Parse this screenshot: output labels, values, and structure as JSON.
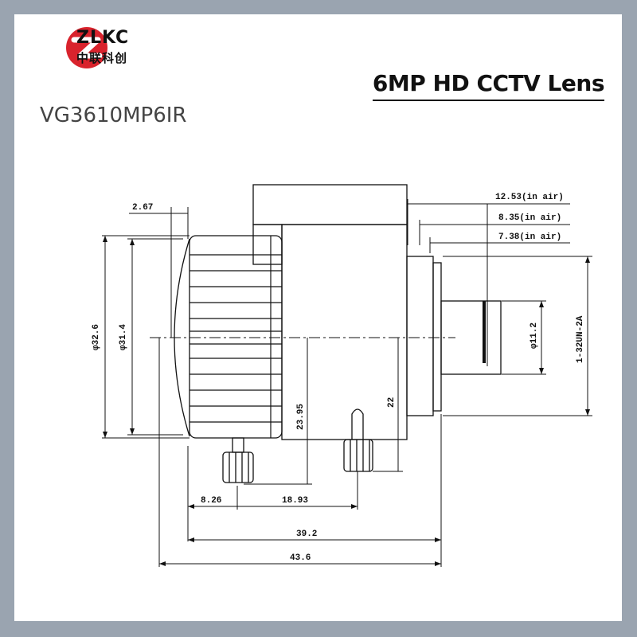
{
  "brand": {
    "name": "ZLKC",
    "name_cn": "中联科创"
  },
  "product_title": "6MP HD CCTV Lens",
  "model_number": "VG3610MP6IR",
  "dimensions": {
    "back_focus_air": "12.53(in air)",
    "flange_air": "8.35(in air)",
    "mount_air": "7.38(in air)",
    "front_offset": "2.67",
    "outer_diameter": "φ32.6",
    "ring_diameter": "φ31.4",
    "rear_diameter": "φ11.2",
    "thread": "1-32UN-2A",
    "screw_height": "23.95",
    "knob_height": "22",
    "front_to_screw": "8.26",
    "screw_to_knob": "18.93",
    "body_length": "39.2",
    "total_length": "43.6"
  }
}
